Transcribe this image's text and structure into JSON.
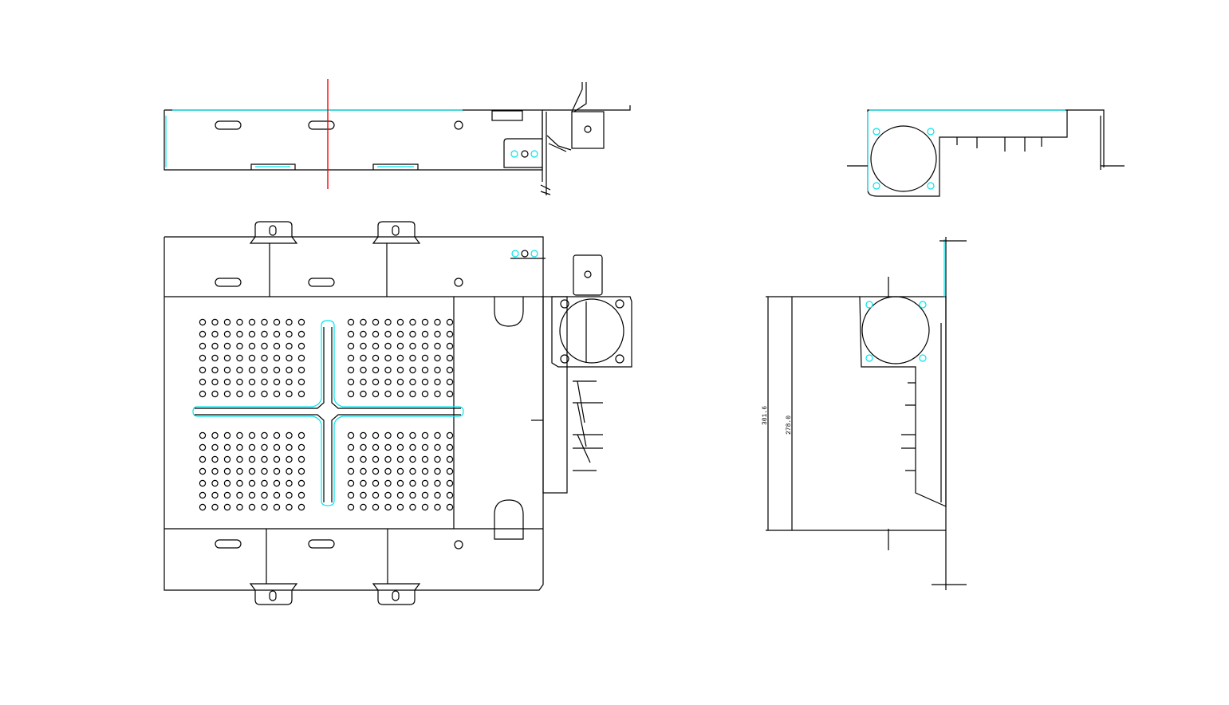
{
  "drawing": {
    "colors": {
      "outline": "#000000",
      "highlight": "#00e5ee",
      "section": "#ff0000",
      "background": "#ffffff"
    },
    "views": {
      "front": "front-view",
      "top": "top-view",
      "side": "side-view",
      "end": "end-view"
    },
    "dimensions": {
      "outer": "301.6",
      "inner": "278.0"
    }
  }
}
